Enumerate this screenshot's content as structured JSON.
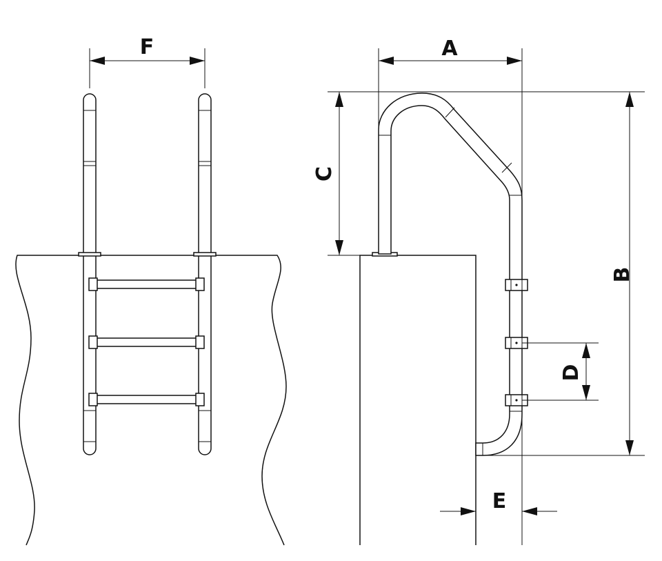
{
  "diagram": {
    "dimension_labels": {
      "F": "F",
      "A": "A",
      "B": "B",
      "C": "C",
      "D": "D",
      "E": "E"
    },
    "colors": {
      "line": "#111111",
      "background": "#ffffff"
    }
  }
}
